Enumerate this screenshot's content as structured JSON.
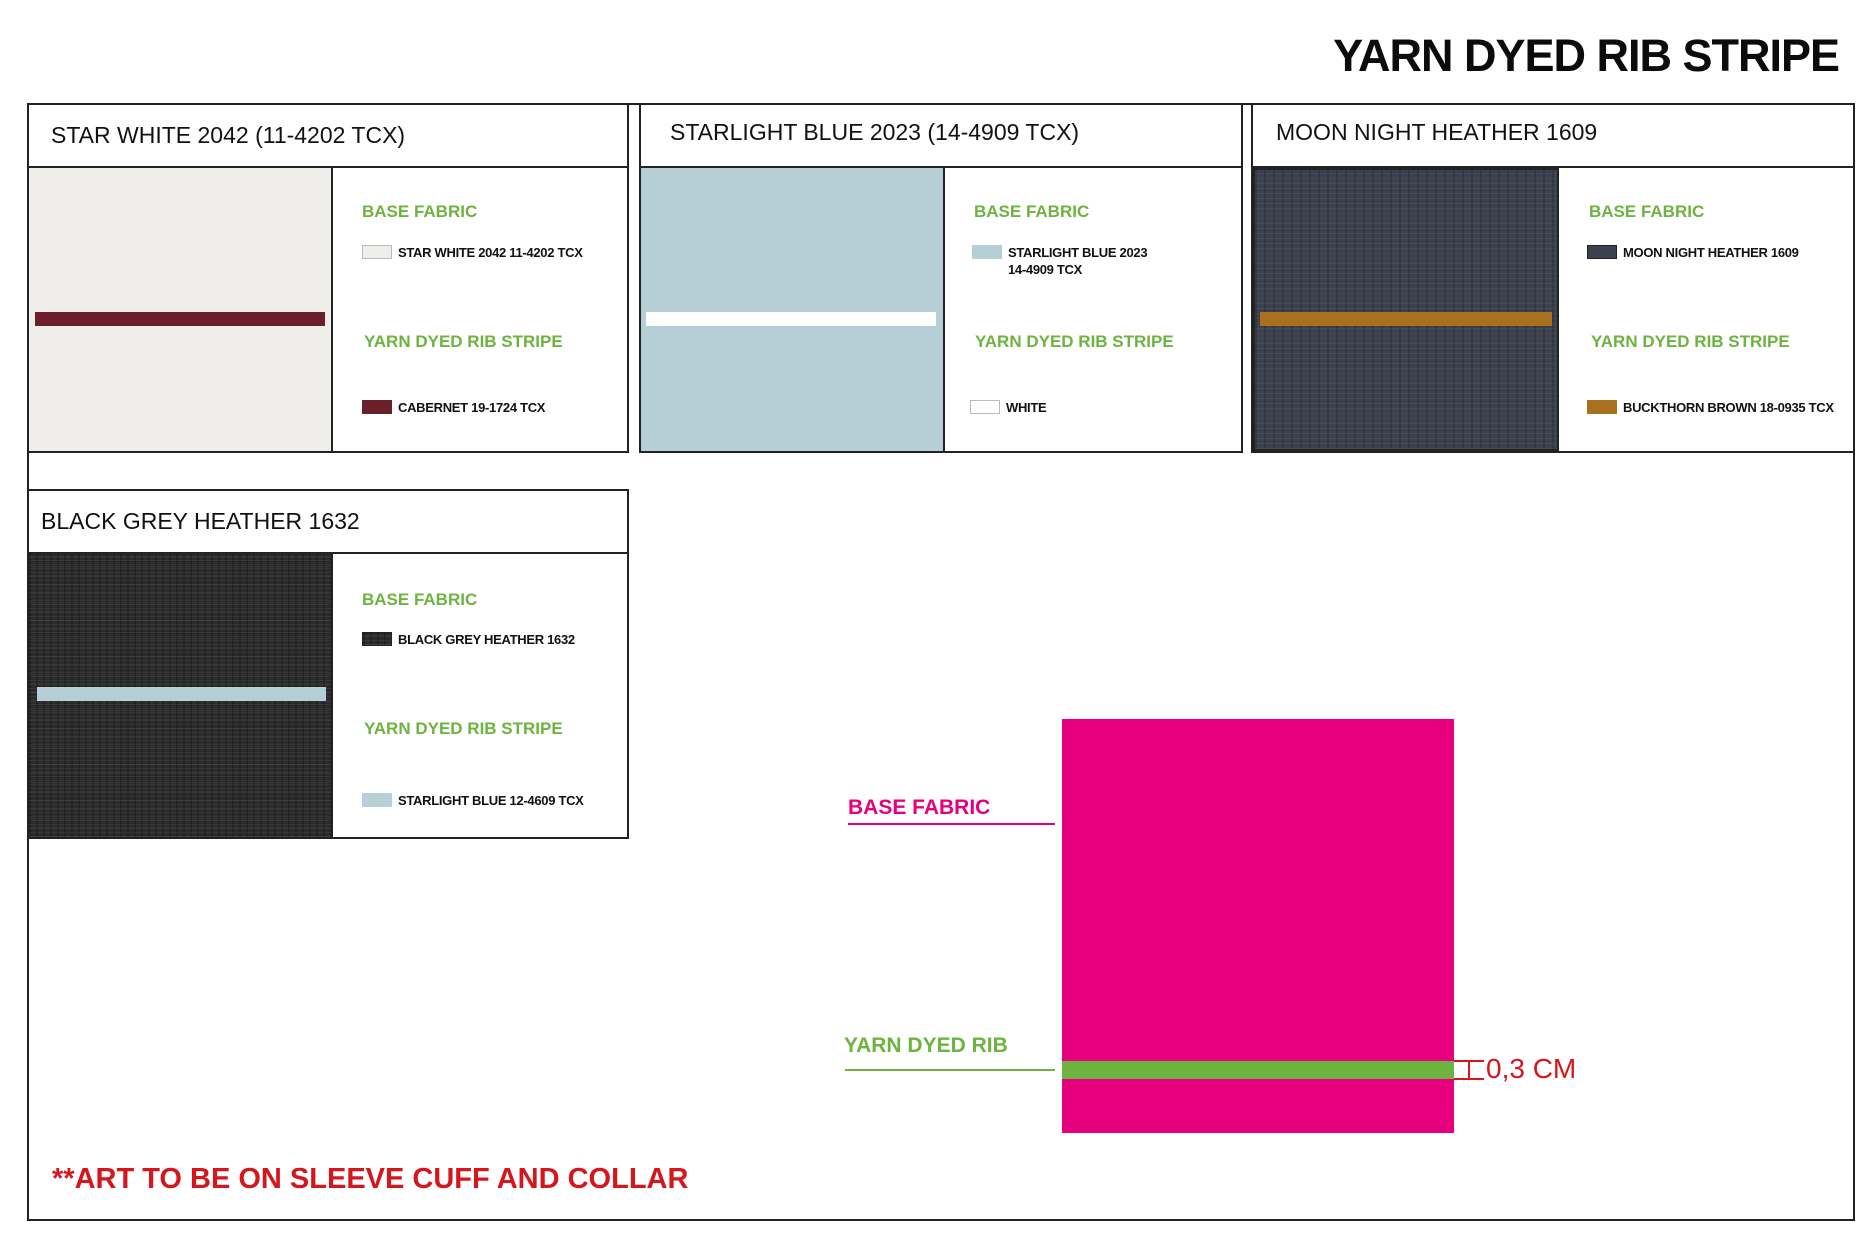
{
  "title": "YARN DYED RIB STRIPE",
  "labels": {
    "base_fabric": "BASE FABRIC",
    "yarn_dyed_rib_stripe": "YARN DYED RIB STRIPE"
  },
  "cards": [
    {
      "title": "STAR WHITE 2042 (11-4202 TCX)",
      "base_color": "#efeeea",
      "stripe_color": "#6b1f2a",
      "base_chip_label": "STAR WHITE 2042 11-4202 TCX",
      "stripe_chip_label": "CABERNET 19-1724 TCX"
    },
    {
      "title": "STARLIGHT BLUE 2023 (14-4909 TCX)",
      "base_color": "#b6cfd6",
      "stripe_color": "#ffffff",
      "base_chip_label": "STARLIGHT BLUE 2023",
      "base_chip_label_line2": "14-4909 TCX",
      "stripe_chip_label": "WHITE"
    },
    {
      "title": "MOON NIGHT HEATHER 1609",
      "base_color": "#3b414d",
      "stripe_color": "#a8701f",
      "base_chip_label": "MOON NIGHT HEATHER 1609",
      "stripe_chip_label": "BUCKTHORN BROWN 18-0935 TCX"
    },
    {
      "title": "BLACK GREY HEATHER 1632",
      "base_color": "#2a2a2a",
      "stripe_color": "#b6cfd6",
      "base_chip_label": "BLACK GREY HEATHER 1632",
      "stripe_chip_label": "STARLIGHT BLUE 12-4609 TCX"
    }
  ],
  "diagram": {
    "base_label": "BASE FABRIC",
    "rib_label": "YARN DYED RIB",
    "measurement": "0,3 CM",
    "base_color": "#e6007e",
    "rib_color": "#6db33f",
    "measure_color": "#d5161c"
  },
  "note": "**ART TO BE ON SLEEVE CUFF AND COLLAR"
}
